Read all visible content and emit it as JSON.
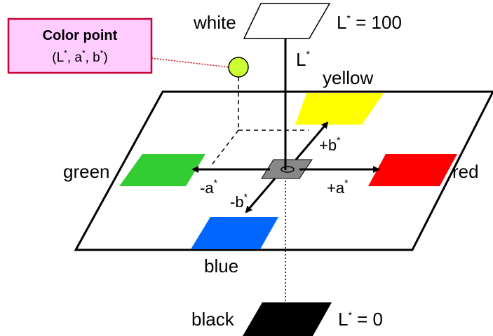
{
  "labels": {
    "white": "white",
    "black": "black",
    "yellow": "yellow",
    "green": "green",
    "red": "red",
    "blue": "blue",
    "L": "L",
    "plus_b": "+b",
    "minus_b": "-b",
    "plus_a": "+a",
    "minus_a": "-a",
    "L100_prefix": "L",
    "L100_suffix": " = 100",
    "L0_prefix": "L",
    "L0_suffix": " = 0",
    "star": "*"
  },
  "color_point_box": {
    "title": "Color point",
    "coords_open": "(L",
    "coords_a": ", a",
    "coords_b": ", b",
    "coords_close": ")",
    "star": "*"
  },
  "colors": {
    "yellow_patch": "#ffff00",
    "green_patch": "#33cc33",
    "red_patch": "#ff0000",
    "blue_patch": "#0066ff",
    "center_patch": "#888888",
    "black_patch": "#000000",
    "color_point": "#ccff33",
    "box_fill": "#ffccff",
    "box_border": "#cc0033",
    "leader_line": "#cc0000"
  }
}
